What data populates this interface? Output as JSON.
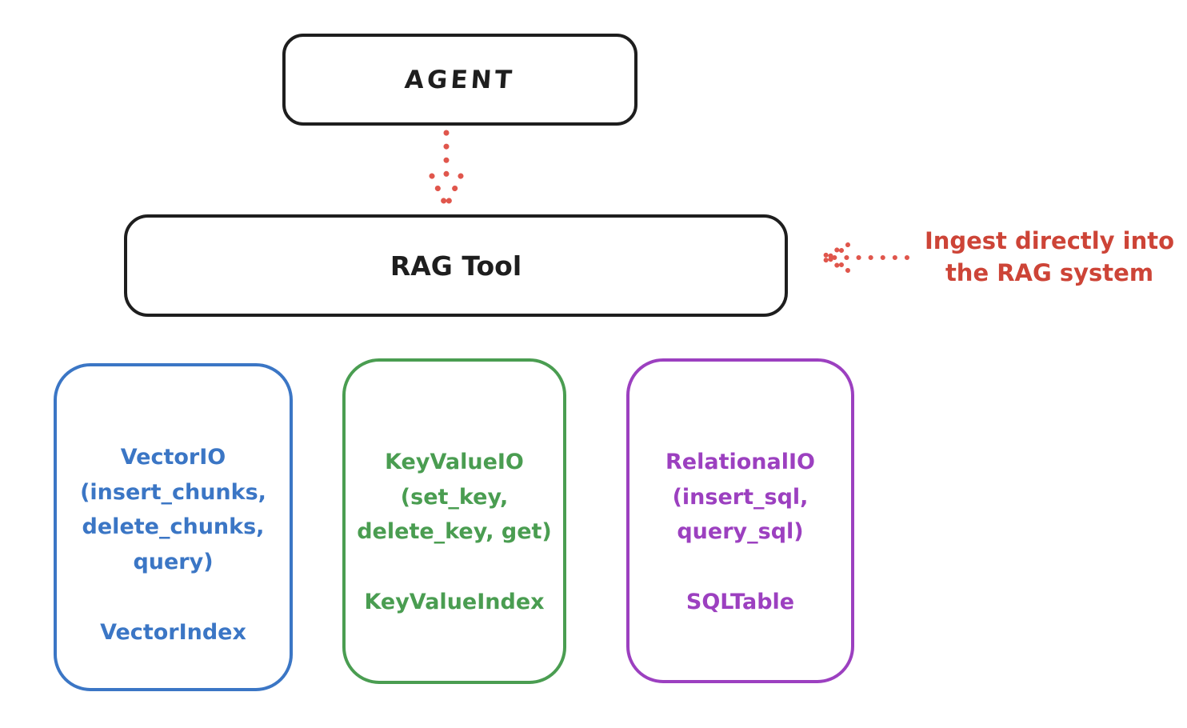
{
  "diagram": {
    "agent": {
      "label": "AGENT"
    },
    "rag_tool": {
      "label": "RAG Tool"
    },
    "annotation": {
      "line1": "Ingest directly into",
      "line2": "the RAG system"
    },
    "arrows": [
      {
        "name": "agent-to-rag-tool",
        "style": "dotted",
        "direction": "down",
        "color": "#e0564c"
      },
      {
        "name": "annotation-to-rag-tool",
        "style": "dotted",
        "direction": "left",
        "color": "#e0564c"
      }
    ],
    "storage_boxes": [
      {
        "name": "vector-io",
        "color": "#3b76c5",
        "lines": [
          "VectorIO",
          "(insert_chunks,",
          "delete_chunks,",
          "query)"
        ],
        "index_class": "VectorIndex"
      },
      {
        "name": "keyvalue-io",
        "color": "#4a9d51",
        "lines": [
          "KeyValueIO",
          "(set_key,",
          "delete_key, get)"
        ],
        "index_class": "KeyValueIndex"
      },
      {
        "name": "relational-io",
        "color": "#9c40c0",
        "lines": [
          "RelationalIO",
          "(insert_sql,",
          "query_sql)"
        ],
        "index_class": "SQLTable"
      }
    ],
    "colors": {
      "outline": "#1e1e1e",
      "red_text": "#cd4437",
      "red_arrow": "#e0564c",
      "blue": "#3b76c5",
      "green": "#4a9d51",
      "purple": "#9c40c0",
      "background": "#ffffff"
    }
  }
}
